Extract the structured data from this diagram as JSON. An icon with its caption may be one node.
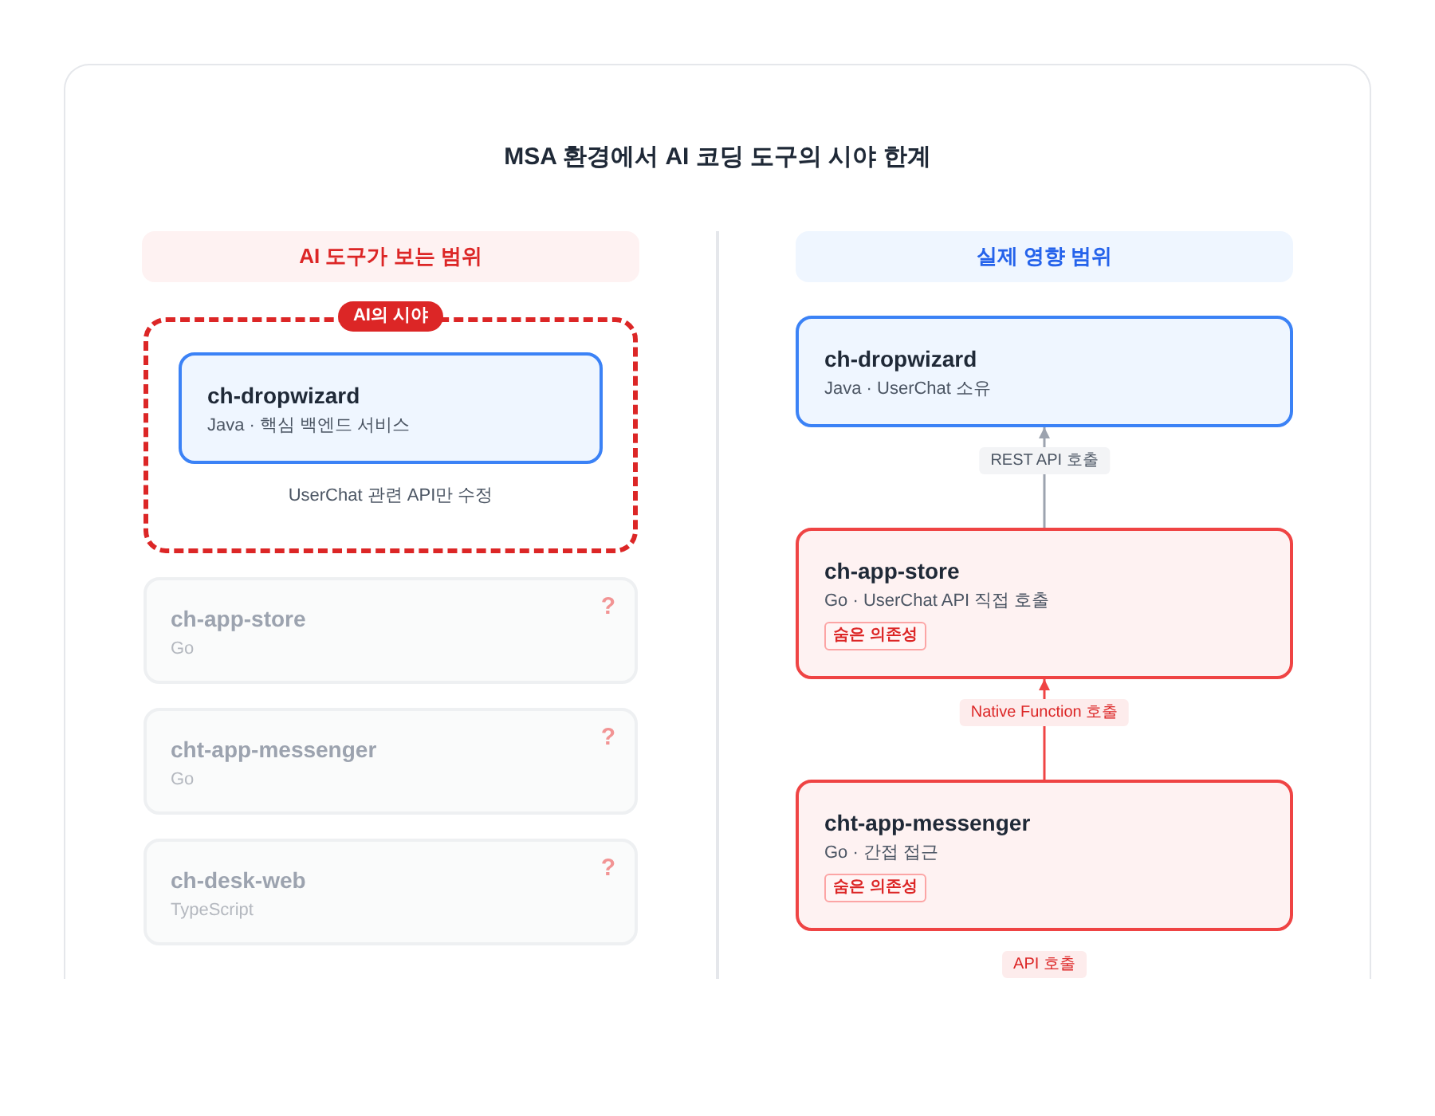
{
  "diagram": {
    "title": "MSA 환경에서 AI 코딩 도구의 시야 한계",
    "nodes": [
      {
        "text": [
          "AI 도구가 보는 범위"
        ]
      },
      {
        "text": [
          "AI의 시야"
        ]
      },
      {
        "text": [
          "UserChat 관련 API만 수정"
        ]
      },
      {
        "text": [
          "ch-dropwizard",
          "Java · 핵심 백엔드 서비스"
        ],
        "in": 2
      },
      {
        "text": [
          "ch-app-store",
          "Go",
          "?"
        ]
      },
      {
        "text": [
          "cht-app-messenger",
          "Go",
          "?"
        ]
      },
      {
        "text": [
          "ch-desk-web",
          "TypeScript",
          "?"
        ]
      },
      {
        "text": [
          "실제 영향 범위"
        ]
      },
      {
        "text": [
          "ch-dropwizard",
          "Java · UserChat 소유"
        ]
      },
      {
        "text": [
          "ch-app-store",
          "Go · UserChat API 직접 호출"
        ]
      },
      {
        "text": [
          "숨은 의존성"
        ],
        "in": 9
      },
      {
        "text": [
          "cht-app-messenger",
          "Go · 간접 접근"
        ]
      },
      {
        "text": [
          "숨은 의존성"
        ],
        "in": 11
      }
    ],
    "edges": [
      {
        "from": 9,
        "to": 8,
        "arrow": "to",
        "label": "REST API 호출",
        "color": "#9ca3af"
      },
      {
        "from": 11,
        "to": 9,
        "arrow": "to",
        "label": "Native Function 호출",
        "color": "#ef4444"
      }
    ],
    "labels": [
      "API 호출"
    ]
  }
}
